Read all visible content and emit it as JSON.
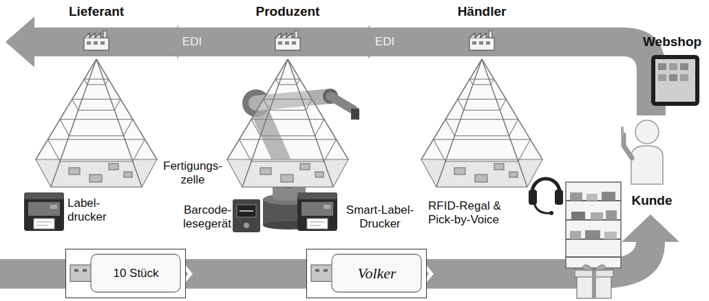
{
  "diagram": {
    "nodes": [
      {
        "text": [
          "Lieferant"
        ]
      },
      {
        "text": [
          "Produzent"
        ]
      },
      {
        "text": [
          "Händler"
        ]
      },
      {
        "text": [
          "10 Stück"
        ]
      },
      {
        "text": [
          "Volker"
        ]
      }
    ],
    "edges": [
      {
        "from": 2,
        "to": 1,
        "label": "EDI",
        "arrow": "to"
      },
      {
        "from": 1,
        "to": 0,
        "label": "EDI",
        "arrow": "to"
      }
    ],
    "labels": [
      "Webshop",
      "Fertigungs- zelle",
      "Label- drucker",
      "Barcode- lesegerät",
      "Smart-Label- Drucker",
      "RFID-Regal & Pick-by-Voice",
      "Kunde"
    ]
  }
}
